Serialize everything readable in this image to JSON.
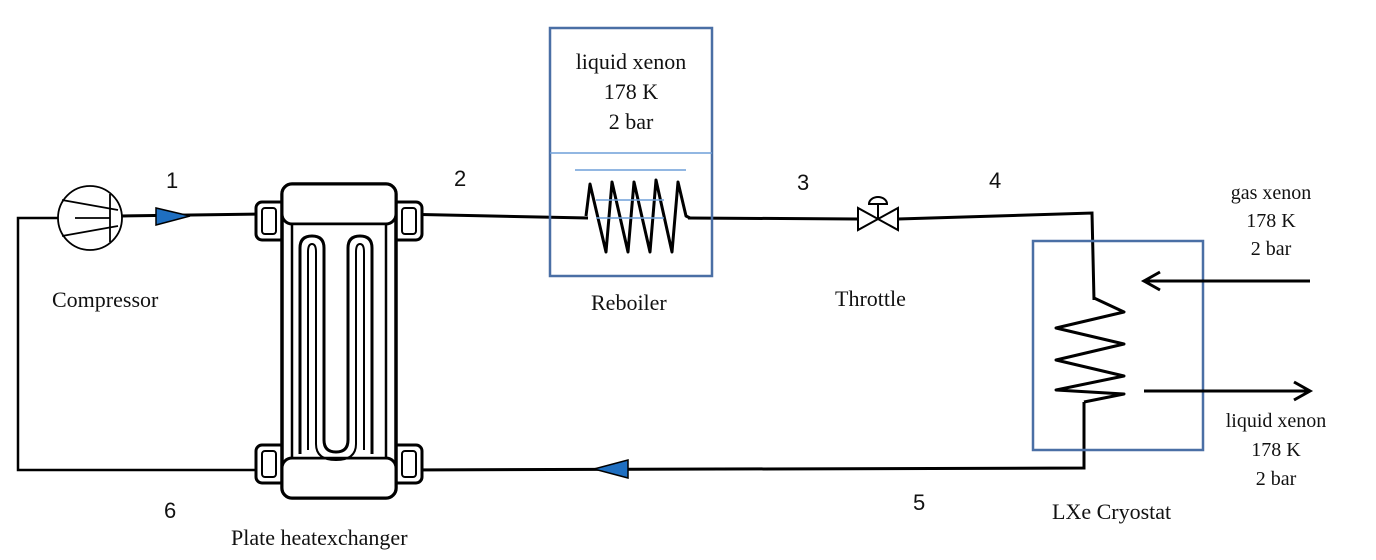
{
  "state_points": [
    "1",
    "2",
    "3",
    "4",
    "5",
    "6"
  ],
  "components": {
    "compressor": "Compressor",
    "heat_exchanger": "Plate heatexchanger",
    "reboiler": "Reboiler",
    "throttle": "Throttle",
    "cryostat": "LXe Cryostat"
  },
  "reboiler_contents": {
    "line1": "liquid xenon",
    "line2": "178 K",
    "line3": "2 bar"
  },
  "cryostat_inlet": {
    "line1": "gas xenon",
    "line2": "178 K",
    "line3": "2 bar"
  },
  "cryostat_outlet": {
    "line1": "liquid xenon",
    "line2": "178 K",
    "line3": "2 bar"
  },
  "colors": {
    "line": "#000000",
    "box": "#4a6fa5",
    "liquid_level": "#6f9fd8"
  }
}
